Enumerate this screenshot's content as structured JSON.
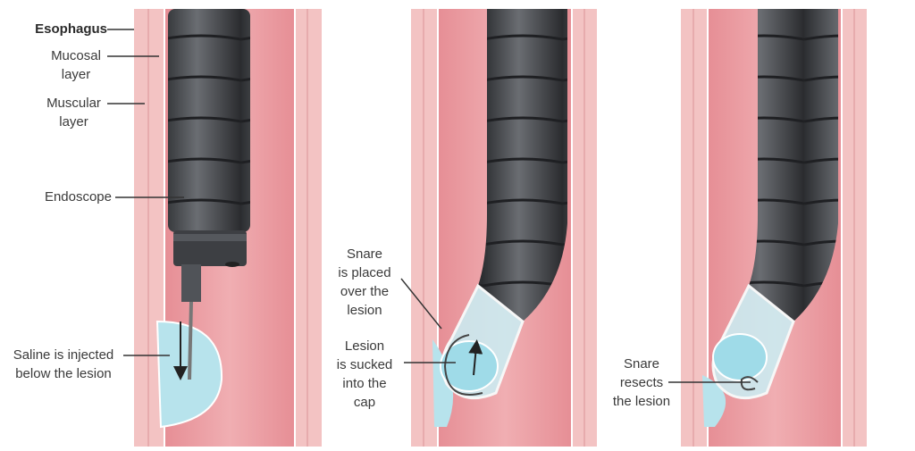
{
  "labels": {
    "esophagus": "Esophagus",
    "mucosal": [
      "Mucosal",
      "layer"
    ],
    "muscular": [
      "Muscular",
      "layer"
    ],
    "endoscope": "Endoscope",
    "saline": [
      "Saline is injected",
      "below the lesion"
    ],
    "snare_placed": [
      "Snare",
      "is placed",
      "over the",
      "lesion"
    ],
    "lesion_sucked": [
      "Lesion",
      "is sucked",
      "into the",
      "cap"
    ],
    "snare_resects": [
      "Snare",
      "resects",
      "the lesion"
    ]
  },
  "colors": {
    "muscle": "#f3c3c3",
    "lumen": "#e99ca1",
    "saline": "#b7e3ec",
    "scope": "#4a4c50",
    "leader": "#333333"
  }
}
